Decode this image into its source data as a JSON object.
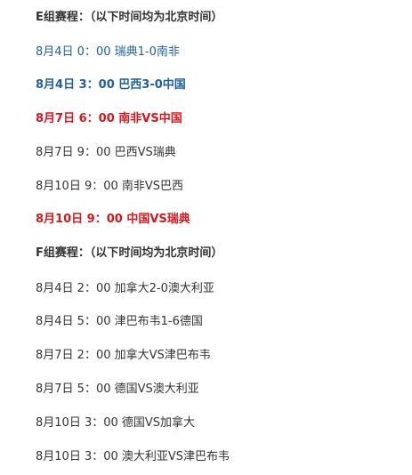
{
  "group_e": {
    "heading": "E组赛程：（以下时间均为北京时间）",
    "matches": [
      "8月4日 0：00 瑞典1-0南非",
      "8月4日 3：00 巴西3-0中国",
      "8月7日 6：00 南非VS中国",
      "8月7日 9：00 巴西VS瑞典",
      "8月10日 9：00 南非VS巴西",
      "8月10日 9：00 中国VS瑞典"
    ]
  },
  "group_f": {
    "heading": "F组赛程：（以下时间均为北京时间）",
    "matches": [
      "8月4日 2：00 加拿大2-0澳大利亚",
      "8月4日 5：00 津巴布韦1-6德国",
      "8月7日 2：00 加拿大VS津巴布韦",
      "8月7日 5：00 德国VS澳大利亚",
      "8月10日 3：00 德国VS加拿大",
      "8月10日 3：00 澳大利亚VS津巴布韦"
    ]
  }
}
